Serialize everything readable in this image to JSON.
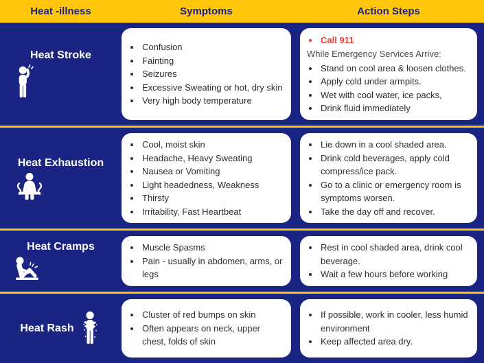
{
  "header": {
    "columns": [
      {
        "label": "Heat -illness"
      },
      {
        "label": "Symptoms"
      },
      {
        "label": "Action Steps"
      }
    ]
  },
  "colors": {
    "yellow": "#FFC60A",
    "blue": "#1A2583",
    "header_text": "#1A2583",
    "card_text": "#2E2E2E",
    "note_text": "#474747",
    "alert_red": "#F03A31",
    "card_bg": "#FFFFFF"
  },
  "rows": [
    {
      "illness": "Heat Stroke",
      "icon": "dizzy-person-icon",
      "symptoms": [
        "Confusion",
        "Fainting",
        "Seizures",
        "Excessive Sweating or hot, dry skin",
        "Very high body temperature"
      ],
      "actions": {
        "alert": "Call 911",
        "note": "While Emergency Services Arrive:",
        "steps": [
          "Stand on cool area & loosen clothes.",
          "Apply cold under armpits.",
          "Wet with cool water, ice packs,",
          "Drink fluid immediately"
        ]
      }
    },
    {
      "illness": "Heat Exhaustion",
      "icon": "sweating-person-icon",
      "symptoms": [
        "Cool, moist skin",
        "Headache, Heavy Sweating",
        "Nausea or Vomiting",
        "Light headedness, Weakness",
        "Thirsty",
        "Irritability, Fast Heartbeat"
      ],
      "actions": {
        "steps": [
          "Lie down in a cool shaded area.",
          "Drink cold beverages, apply cold compress/ice pack.",
          "Go to a clinic or emergency room is symptoms worsen.",
          "Take the day off and recover."
        ]
      }
    },
    {
      "illness": "Heat Cramps",
      "icon": "cramping-person-icon",
      "symptoms": [
        "Muscle Spasms",
        "Pain - usually in abdomen, arms, or legs"
      ],
      "actions": {
        "steps": [
          "Rest in cool shaded area, drink cool beverage.",
          "Wait a few hours before working"
        ]
      }
    },
    {
      "illness": "Heat Rash",
      "icon": "scratching-person-icon",
      "symptoms": [
        "Cluster of red bumps on skin",
        "Often appears on neck, upper chest, folds of skin"
      ],
      "actions": {
        "steps": [
          "If possible, work in cooler, less humid environment",
          "Keep affected area dry."
        ]
      }
    }
  ]
}
